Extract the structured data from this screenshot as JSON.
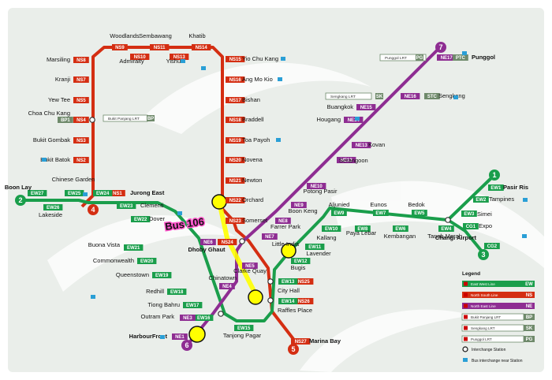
{
  "colors": {
    "ew": "#1a9e4b",
    "ns": "#d42e12",
    "ne": "#8e2d92",
    "lrt": "#6f8a6b",
    "bg": "#eaeeea",
    "annotation": "#ffff00",
    "bus": "#2a9fd6",
    "bus_label": "#c8007a"
  },
  "annotation": {
    "label": "Bus 106"
  },
  "line_numbers": {
    "ew_west": "2",
    "ew_east": "1",
    "ew_changi": "3",
    "ns_jurong": "4",
    "ns_marina": "5",
    "ne_harbour": "6",
    "ne_punggol": "7"
  },
  "lrt": {
    "bukit_panjang": {
      "name": "Bukit Panjang LRT",
      "code": "BP"
    },
    "sengkang": {
      "name": "Sengkang LRT",
      "code": "SK"
    },
    "punggol": {
      "name": "Punggol LRT",
      "code": "PG"
    }
  },
  "stations": {
    "woodlands": {
      "code": "NS9",
      "name": "Woodlands"
    },
    "sembawang": {
      "code": "NS11",
      "name": "Sembawang"
    },
    "khatib": {
      "code": "NS14",
      "name": "Khatib"
    },
    "admiralty": {
      "code": "NS10",
      "name": "Admiralty"
    },
    "yishun": {
      "code": "NS13",
      "name": "Yishun"
    },
    "yio_chu_kang": {
      "code": "NS15",
      "name": "Yio Chu Kang"
    },
    "ang_mo_kio": {
      "code": "NS16",
      "name": "Ang Mo Kio"
    },
    "bishan": {
      "code": "NS17",
      "name": "Bishan"
    },
    "braddell": {
      "code": "NS18",
      "name": "Braddell"
    },
    "toa_payoh": {
      "code": "NS19",
      "name": "Toa Payoh"
    },
    "novena": {
      "code": "NS20",
      "name": "Novena"
    },
    "newton": {
      "code": "NS21",
      "name": "Newton"
    },
    "orchard": {
      "code": "NS22",
      "name": "Orchard"
    },
    "somerset": {
      "code": "NS23",
      "name": "Somerset"
    },
    "dhoby_ghaut_ns": {
      "code": "NS24"
    },
    "dhoby_ghaut_ne": {
      "code": "NE6",
      "name": "Dhoby Ghaut"
    },
    "city_hall_ns": {
      "code": "NS25",
      "name": "City Hall"
    },
    "city_hall_ew": {
      "code": "EW13"
    },
    "raffles_place_ns": {
      "code": "NS26",
      "name": "Raffles Place"
    },
    "raffles_place_ew": {
      "code": "EW14"
    },
    "marina_bay": {
      "code": "NS27",
      "name": "Marina Bay"
    },
    "marsiling": {
      "code": "NS8",
      "name": "Marsiling"
    },
    "kranji": {
      "code": "NS7",
      "name": "Kranji"
    },
    "yew_tee": {
      "code": "NS5",
      "name": "Yew Tee"
    },
    "choa_chu_kang": {
      "code": "NS4",
      "name": "Choa Chu Kang",
      "lrt_code": "BP1"
    },
    "bukit_gombak": {
      "code": "NS3",
      "name": "Bukit Gombak"
    },
    "bukit_batok": {
      "code": "NS2",
      "name": "Bukit Batok"
    },
    "jurong_east_ns": {
      "code": "NS1",
      "name": "Jurong East"
    },
    "jurong_east_ew": {
      "code": "EW24"
    },
    "boon_lay": {
      "code": "EW27",
      "name": "Boon Lay"
    },
    "lakeside": {
      "code": "EW26",
      "name": "Lakeside"
    },
    "chinese_garden": {
      "code": "EW25",
      "name": "Chinese Garden"
    },
    "clementi": {
      "code": "EW23",
      "name": "Clementi"
    },
    "dover": {
      "code": "EW22",
      "name": "Dover"
    },
    "buona_vista": {
      "code": "EW21",
      "name": "Buona Vista"
    },
    "commonwealth": {
      "code": "EW20",
      "name": "Commonwealth"
    },
    "queenstown": {
      "code": "EW19",
      "name": "Queenstown"
    },
    "redhill": {
      "code": "EW18",
      "name": "Redhill"
    },
    "tiong_bahru": {
      "code": "EW17",
      "name": "Tiong Bahru"
    },
    "outram_park_ew": {
      "code": "EW16",
      "name": "Outram Park"
    },
    "outram_park_ne": {
      "code": "NE3"
    },
    "tanjong_pagar": {
      "code": "EW15",
      "name": "Tanjong Pagar"
    },
    "harbourfront": {
      "code": "NE1",
      "name": "HarbourFront"
    },
    "chinatown": {
      "code": "NE4",
      "name": "Chinatown"
    },
    "clarke_quay": {
      "code": "NE5",
      "name": "Clarke Quay"
    },
    "little_india": {
      "code": "NE7",
      "name": "Little India"
    },
    "farrer_park": {
      "code": "NE8",
      "name": "Farrer Park"
    },
    "boon_keng": {
      "code": "NE9",
      "name": "Boon Keng"
    },
    "potong_pasir": {
      "code": "NE10",
      "name": "Potong Pasir"
    },
    "serangoon": {
      "code": "NE12",
      "name": "Serangoon"
    },
    "kovan": {
      "code": "NE13",
      "name": "Kovan"
    },
    "hougang": {
      "code": "NE14",
      "name": "Hougang"
    },
    "buangkok": {
      "code": "NE15",
      "name": "Buangkok"
    },
    "sengkang": {
      "code": "NE16",
      "name": "Sengkang",
      "lrt_code": "STC"
    },
    "punggol": {
      "code": "NE17",
      "name": "Punggol",
      "lrt_code": "PTC"
    },
    "bugis": {
      "code": "EW12",
      "name": "Bugis"
    },
    "lavender": {
      "code": "EW11",
      "name": "Lavender"
    },
    "kallang": {
      "code": "EW10",
      "name": "Kallang"
    },
    "aljunied": {
      "code": "EW9",
      "name": "Aljunied"
    },
    "paya_lebar": {
      "code": "EW8",
      "name": "Paya Lebar"
    },
    "eunos": {
      "code": "EW7",
      "name": "Eunos"
    },
    "kembangan": {
      "code": "EW6",
      "name": "Kembangan"
    },
    "bedok": {
      "code": "EW5",
      "name": "Bedok"
    },
    "tanah_merah": {
      "code": "EW4",
      "name": "Tanah Merah"
    },
    "simei": {
      "code": "EW3",
      "name": "Simei"
    },
    "tampines": {
      "code": "EW2",
      "name": "Tampines"
    },
    "pasir_ris": {
      "code": "EW1",
      "name": "Pasir Ris"
    },
    "expo": {
      "code": "CG1",
      "name": "Expo"
    },
    "changi_airport": {
      "code": "CG2",
      "name": "Changi Airport"
    }
  },
  "legend": {
    "title": "Legend",
    "ew": {
      "name": "East West Line",
      "code": "EW"
    },
    "ns": {
      "name": "North South Line",
      "code": "NS"
    },
    "ne": {
      "name": "North East Line",
      "code": "NE"
    },
    "bp": {
      "name": "Bukit Panjang LRT",
      "code": "BP"
    },
    "sk": {
      "name": "Sengkang LRT",
      "code": "SK"
    },
    "pg": {
      "name": "Punggol LRT",
      "code": "PG"
    },
    "interchange": "Interchange Station",
    "bus": "Bus interchange near Station"
  }
}
